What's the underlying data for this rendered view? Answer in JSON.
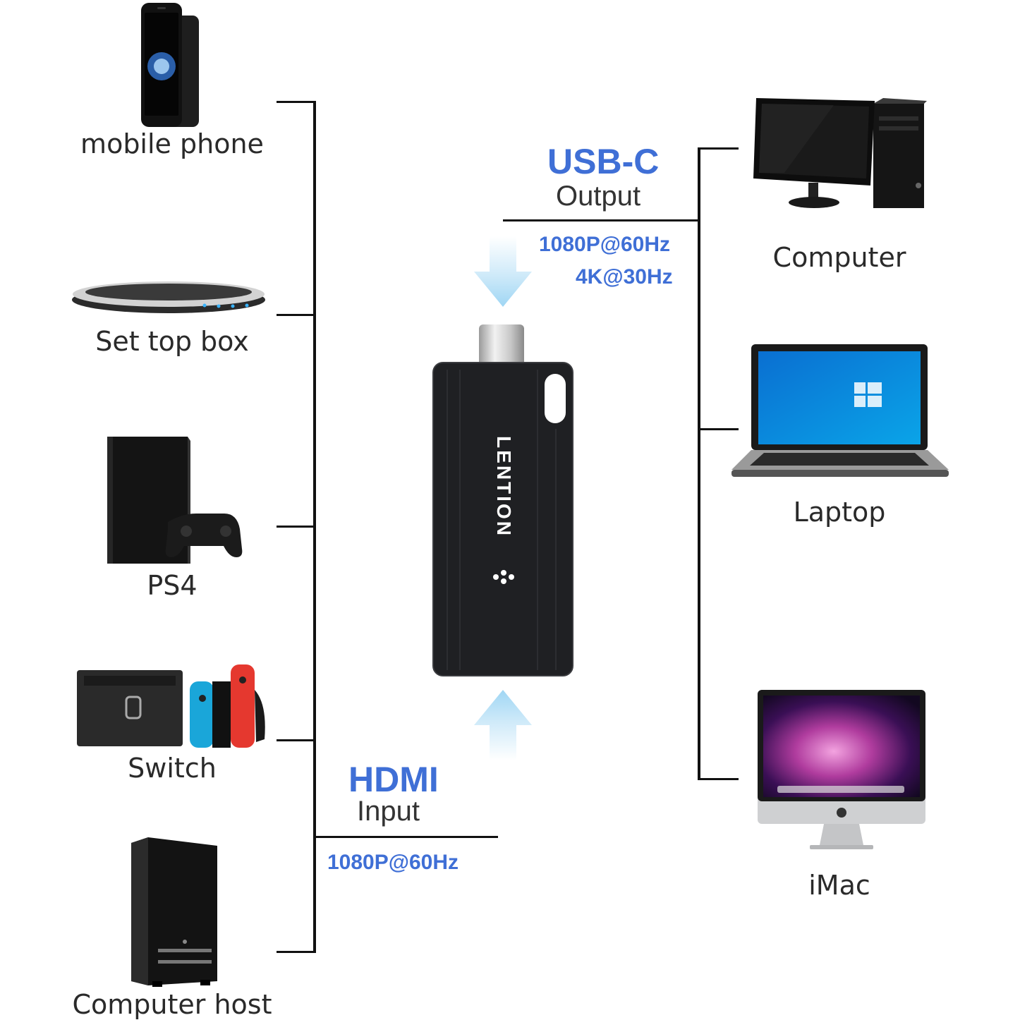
{
  "inputs": {
    "devices": [
      {
        "label": "mobile phone",
        "icon": "mobile-phone-icon"
      },
      {
        "label": "Set top box",
        "icon": "set-top-box-icon"
      },
      {
        "label": "PS4",
        "icon": "ps4-console-icon"
      },
      {
        "label": "Switch",
        "icon": "nintendo-switch-icon"
      },
      {
        "label": "Computer host",
        "icon": "desktop-tower-icon"
      }
    ],
    "connector": {
      "title": "HDMI",
      "subtitle": "Input",
      "spec": "1080P@60Hz"
    }
  },
  "outputs": {
    "devices": [
      {
        "label": "Computer",
        "icon": "desktop-computer-icon"
      },
      {
        "label": "Laptop",
        "icon": "laptop-icon"
      },
      {
        "label": "iMac",
        "icon": "imac-icon"
      }
    ],
    "connector": {
      "title": "USB-C",
      "subtitle": "Output",
      "spec_lines": [
        "1080P@60Hz",
        "4K@30Hz"
      ]
    }
  },
  "adapter": {
    "brand": "LENTION",
    "icon": "capture-card-icon"
  },
  "colors": {
    "accent": "#3f6fd6",
    "arrow": "#a9dcf5",
    "line": "#111111"
  }
}
